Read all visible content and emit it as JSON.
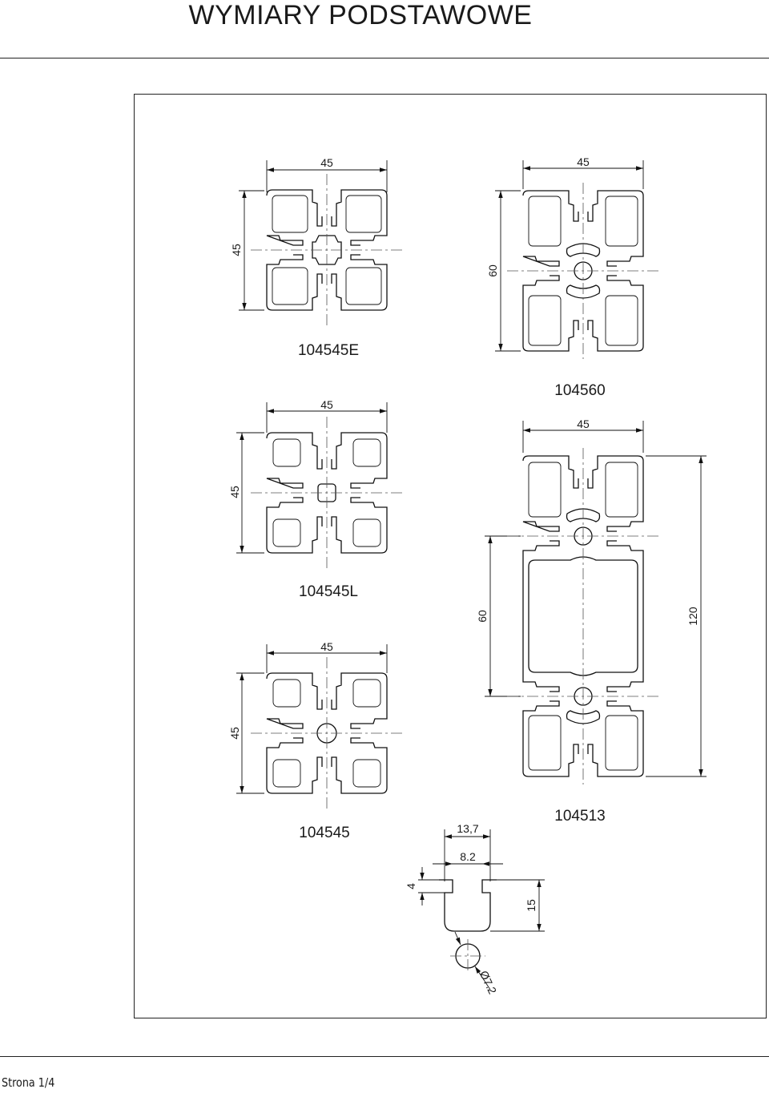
{
  "page": {
    "title": "WYMIARY PODSTAWOWE",
    "footer": "Strona 1/4"
  },
  "profiles": {
    "p104545E": {
      "name": "104545E",
      "width": "45",
      "height": "45"
    },
    "p104560": {
      "name": "104560",
      "width": "45",
      "height": "60"
    },
    "p104545L": {
      "name": "104545L",
      "width": "45",
      "height": "45"
    },
    "p104513": {
      "name": "104513",
      "width": "45",
      "height": "120",
      "inner_height": "60"
    },
    "p104545": {
      "name": "104545",
      "width": "45",
      "height": "45"
    }
  },
  "slot_detail": {
    "opening_width": "13,7",
    "neck_width": "8.2",
    "lip_thickness": "4",
    "depth": "15",
    "hole_diameter": "Ø7.2"
  },
  "icons": {
    "arrowhead": "arrow-icon"
  }
}
